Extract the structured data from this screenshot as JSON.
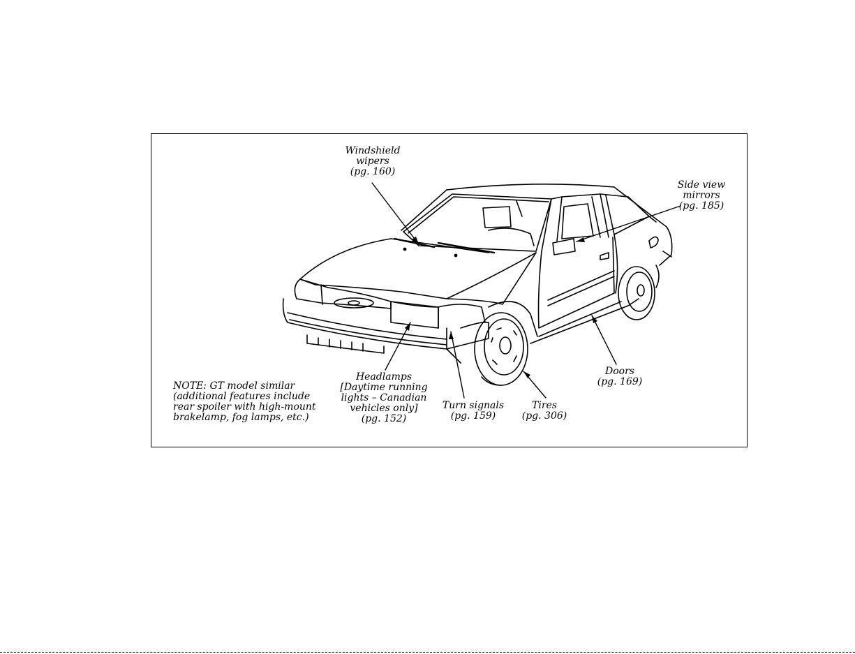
{
  "callouts": {
    "wipers": {
      "lines": [
        "Windshield",
        "wipers",
        "(pg. 160)"
      ]
    },
    "mirrors": {
      "lines": [
        "Side view",
        "mirrors",
        "(pg. 185)"
      ]
    },
    "headlamps": {
      "lines": [
        "Headlamps",
        "[Daytime running",
        "lights – Canadian",
        "vehicles only]",
        "(pg. 152)"
      ]
    },
    "turn": {
      "lines": [
        "Turn signals",
        "(pg. 159)"
      ]
    },
    "tires": {
      "lines": [
        "Tires",
        "(pg. 306)"
      ]
    },
    "doors": {
      "lines": [
        "Doors",
        "(pg. 169)"
      ]
    }
  },
  "note": {
    "lines": [
      "NOTE:  GT model similar",
      "(additional features include",
      "rear spoiler with high-mount",
      "brakelamp, fog lamps, etc.)"
    ]
  }
}
